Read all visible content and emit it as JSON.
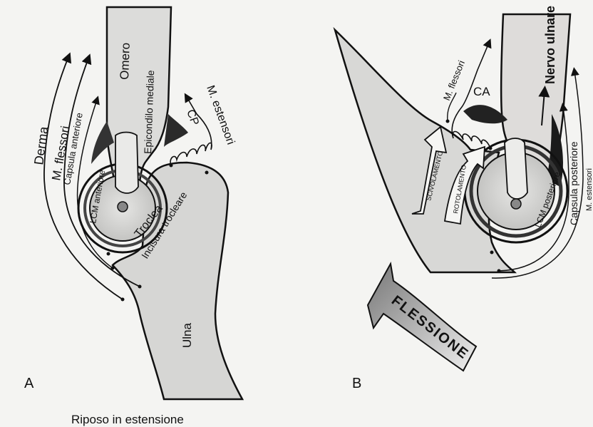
{
  "panel_a": {
    "letter": "A",
    "caption": "Riposo in estensione",
    "labels": {
      "omero": "Omero",
      "epicondilo": "Epicondilo mediale",
      "derma": "Derma",
      "flessori": "M. flessori",
      "capsula": "Capsula anteriore",
      "estensori": "M. estensori",
      "cp": "CP",
      "lcm": "LCM anteriore",
      "troclea": "Troclea",
      "incisura": "Incisura trocleare",
      "ulna": "Ulna"
    }
  },
  "panel_b": {
    "letter": "B",
    "labels": {
      "flessori": "M. flessori",
      "ca": "CA",
      "nervo": "Nervo ulnare",
      "scivolamento": "SCIVOLAMENTO",
      "rotolamento": "ROTOLAMENTO",
      "lcm": "LCM posteriore",
      "capsula": "Capsula posteriore",
      "estensori": "M. estensori",
      "flessione": "FLESSIONE"
    }
  },
  "colors": {
    "ink": "#111111",
    "bone": "#d9d9d7",
    "paper": "#f4f4f2",
    "shadow": "#444444"
  }
}
